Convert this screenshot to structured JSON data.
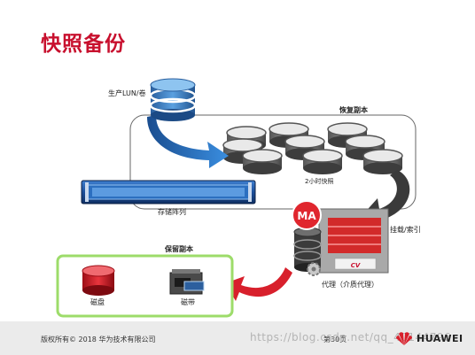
{
  "title": "快照备份",
  "labels": {
    "prod_lun": "生产LUN/卷",
    "recovery_copy": "恢复副本",
    "snapshot_2h": "2小时快照",
    "storage_array": "存储阵列",
    "mount_index": "挂载/索引",
    "retention_copy": "保留副本",
    "disk": "磁盘",
    "tape": "磁带",
    "proxy": "代理（介质代理）"
  },
  "icons": {
    "ma_badge": "MA",
    "cv_logo": "CV"
  },
  "footer": {
    "copyright": "版权所有© 2018 华为技术有限公司",
    "page": "第30页",
    "watermark": "https://blog.csdn.net/qq_40144796",
    "brand": "HUAWEI"
  },
  "colors": {
    "title_red": "#c8102e",
    "arrow_blue": "#1e5fa8",
    "arrow_red": "#d8202c",
    "box_green": "#9ddc6a"
  }
}
